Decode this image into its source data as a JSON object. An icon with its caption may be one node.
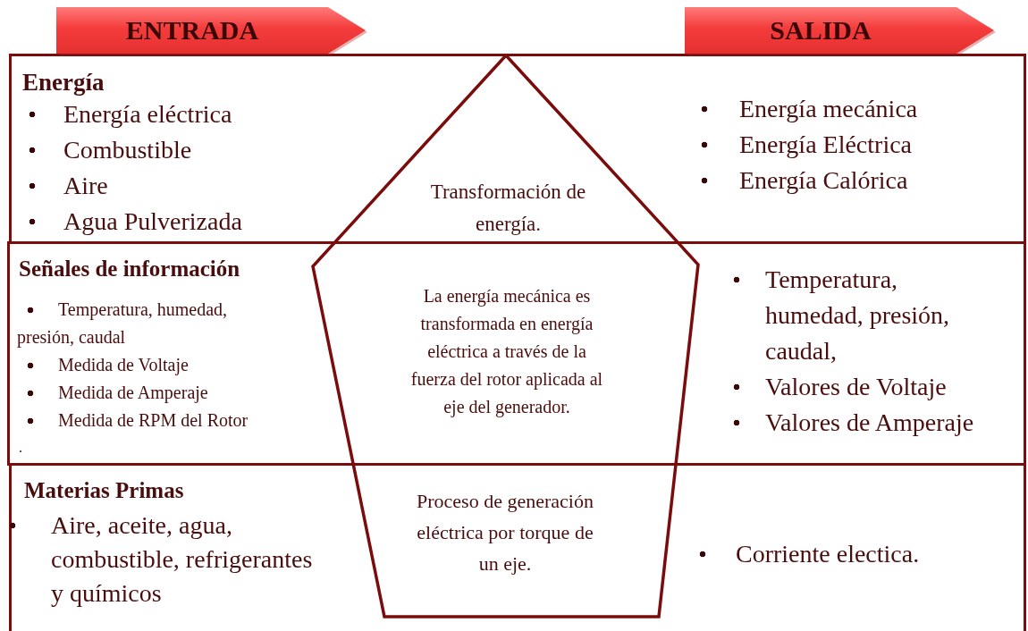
{
  "diagram": {
    "nodes": [
      {
        "text": [
          "ENTRADA"
        ]
      },
      {
        "text": [
          "SALIDA"
        ]
      },
      {
        "text": [
          "Energía",
          "Energía eléctrica",
          "Combustible",
          "Aire",
          "Agua Pulverizada",
          "Transformación de energía.",
          "Energía mecánica",
          "Energía Eléctrica",
          "Energía Calórica"
        ]
      },
      {
        "text": [
          "Señales de información",
          "Temperatura, humedad, presión, caudal",
          "Medida de Voltaje",
          "Medida de Amperaje",
          "Medida de RPM del Rotor",
          ".",
          "Temperatura, humedad, presión, caudal,",
          "Valores de Voltaje",
          "Valores de Amperaje"
        ]
      },
      {
        "text": [
          "Materias Primas",
          "Aire, aceite, agua, combustible, refrigerantes y químicos",
          "Proceso de generación eléctrica por torque de un eje.",
          "Corriente electica."
        ]
      },
      {
        "text": [
          "La energía mecánica es transformada en energía eléctrica a través de la fuerza del rotor aplicada al eje del generador."
        ]
      }
    ]
  }
}
